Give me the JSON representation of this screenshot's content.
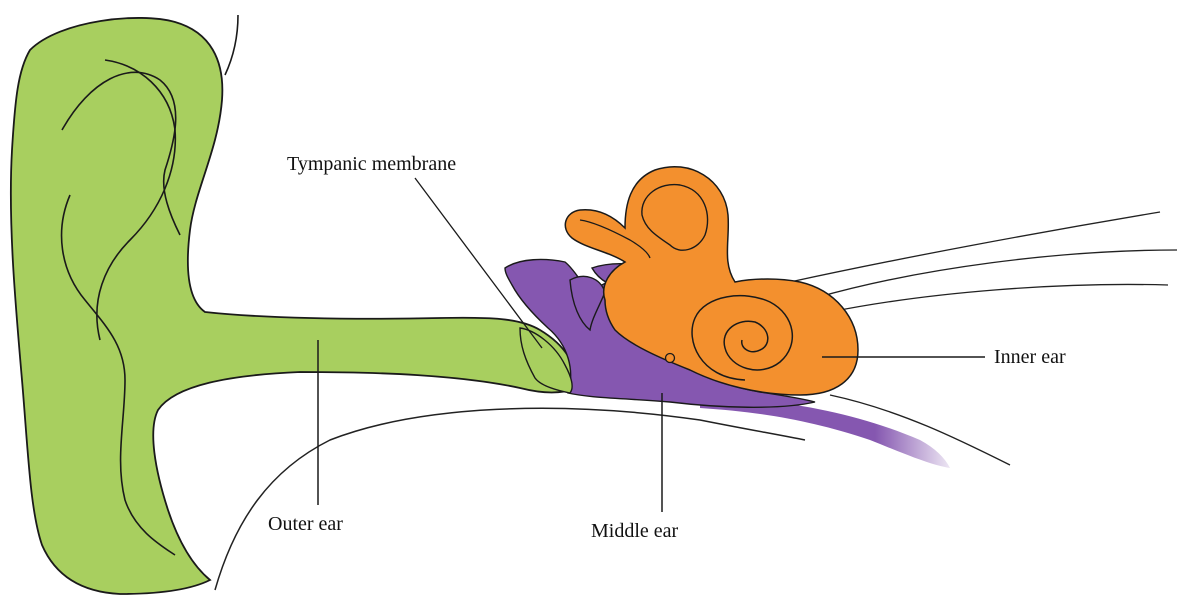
{
  "diagram": {
    "labels": {
      "tympanic_membrane": "Tympanic membrane",
      "outer_ear": "Outer ear",
      "middle_ear": "Middle ear",
      "inner_ear": "Inner ear"
    },
    "colors": {
      "outer_ear": "#a8cf5f",
      "middle_ear": "#8557b0",
      "inner_ear": "#f3902e",
      "outline": "#1a1a1a"
    }
  }
}
